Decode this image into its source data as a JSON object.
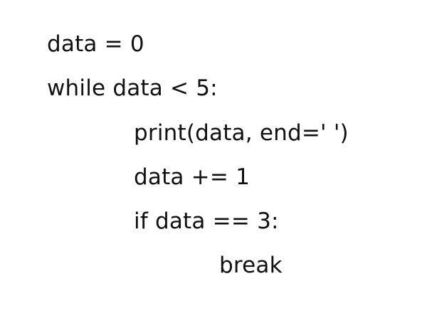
{
  "code": {
    "lines": [
      "data = 0",
      "while data < 5:",
      "print(data, end=' ')",
      "data += 1",
      "if data == 3:",
      "break"
    ]
  }
}
